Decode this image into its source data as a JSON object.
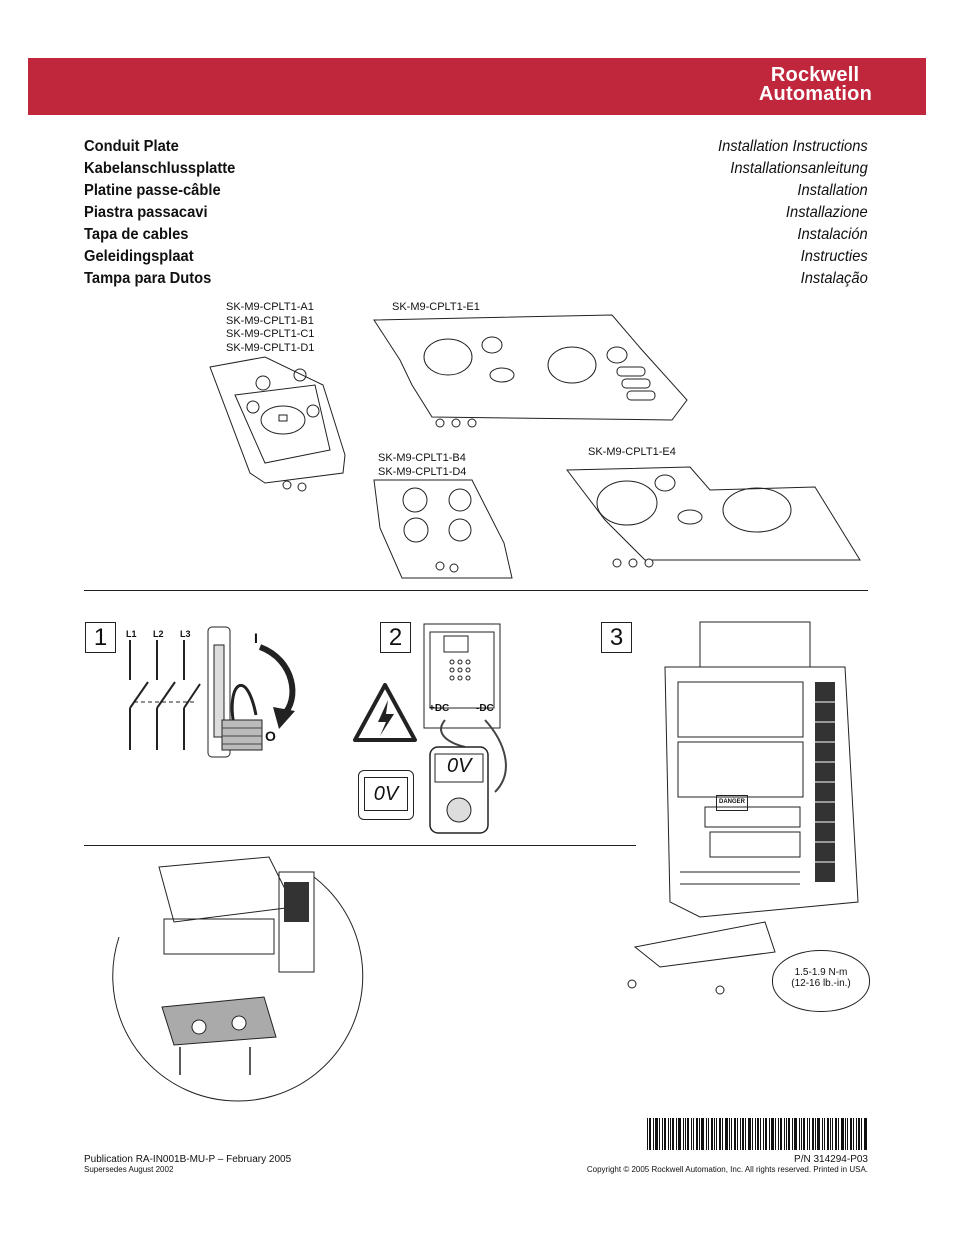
{
  "brand": {
    "line1": "Rockwell",
    "line2": "Automation",
    "color": "#c0263c"
  },
  "titles": [
    "Conduit Plate",
    "Kabelanschlussplatte",
    "Platine passe-câble",
    "Piastra passacavi",
    "Tapa de cables",
    "Geleidingsplaat",
    "Tampa para Dutos"
  ],
  "subtitles": [
    "Installation Instructions",
    "Installationsanleitung",
    "Installation",
    "Installazione",
    "Instalación",
    "Instructies",
    "Instalação"
  ],
  "parts": {
    "group_a": [
      "SK-M9-CPLT1-A1",
      "SK-M9-CPLT1-B1",
      "SK-M9-CPLT1-C1",
      "SK-M9-CPLT1-D1"
    ],
    "e1": "SK-M9-CPLT1-E1",
    "group_b": [
      "SK-M9-CPLT1-B4",
      "SK-M9-CPLT1-D4"
    ],
    "e4": "SK-M9-CPLT1-E4"
  },
  "steps": {
    "one": "1",
    "two": "2",
    "three": "3",
    "phases": [
      "L1",
      "L2",
      "L3"
    ],
    "switch_on": "I",
    "switch_off": "O",
    "dc_plus": "+DC",
    "dc_minus": "-DC",
    "meter_reading": "0V",
    "meter_display": "0V",
    "danger": "DANGER"
  },
  "torque": {
    "line1": "1.5-1.9 N-m",
    "line2": "(12-16 lb.-in.)"
  },
  "footer": {
    "publication": "Publication RA-IN001B-MU-P – February 2005",
    "supersedes": "Supersedes August 2002",
    "part_number": "P/N 314294-P03",
    "copyright": "Copyright © 2005 Rockwell Automation, Inc. All rights reserved. Printed in USA."
  }
}
